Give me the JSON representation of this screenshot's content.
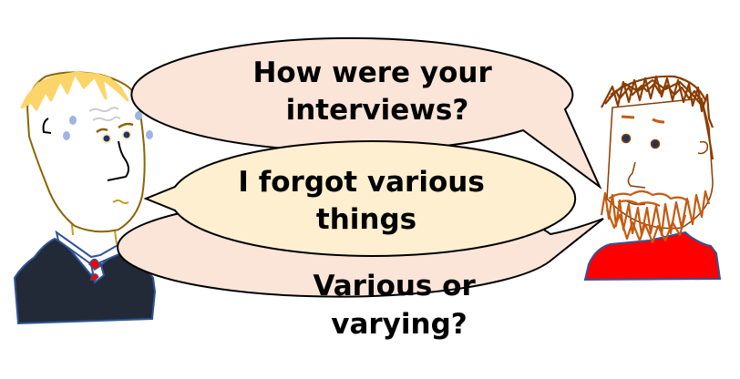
{
  "colors": {
    "background": "#ffffff",
    "bubble_peach": "#fae5d8",
    "bubble_cream": "#fdefcf",
    "bubble_outline": "#000000",
    "left_hair": "#fcd56a",
    "left_face_outline": "#8b6400",
    "left_sweater": "#222a38",
    "left_sweater_outline": "#2f5597",
    "tie": "#ff0000",
    "sweat_drop": "#9fb4e0",
    "eye": "#1f3560",
    "right_hair": "#8a3c00",
    "right_beard": "#c55a11",
    "right_shirt": "#ff0000",
    "right_shirt_outline": "#2f5597"
  },
  "characters": {
    "left": {
      "label": "worried man in dark sweater and tie"
    },
    "right": {
      "label": "bearded man in red shirt"
    }
  },
  "bubbles": {
    "top": {
      "speaker": "right",
      "lines": [
        "How were your",
        "interviews?"
      ]
    },
    "middle": {
      "speaker": "left",
      "lines": [
        "I forgot various",
        "things"
      ]
    },
    "bottom": {
      "speaker": "right",
      "lines": [
        "Various or",
        "varying?"
      ]
    }
  }
}
